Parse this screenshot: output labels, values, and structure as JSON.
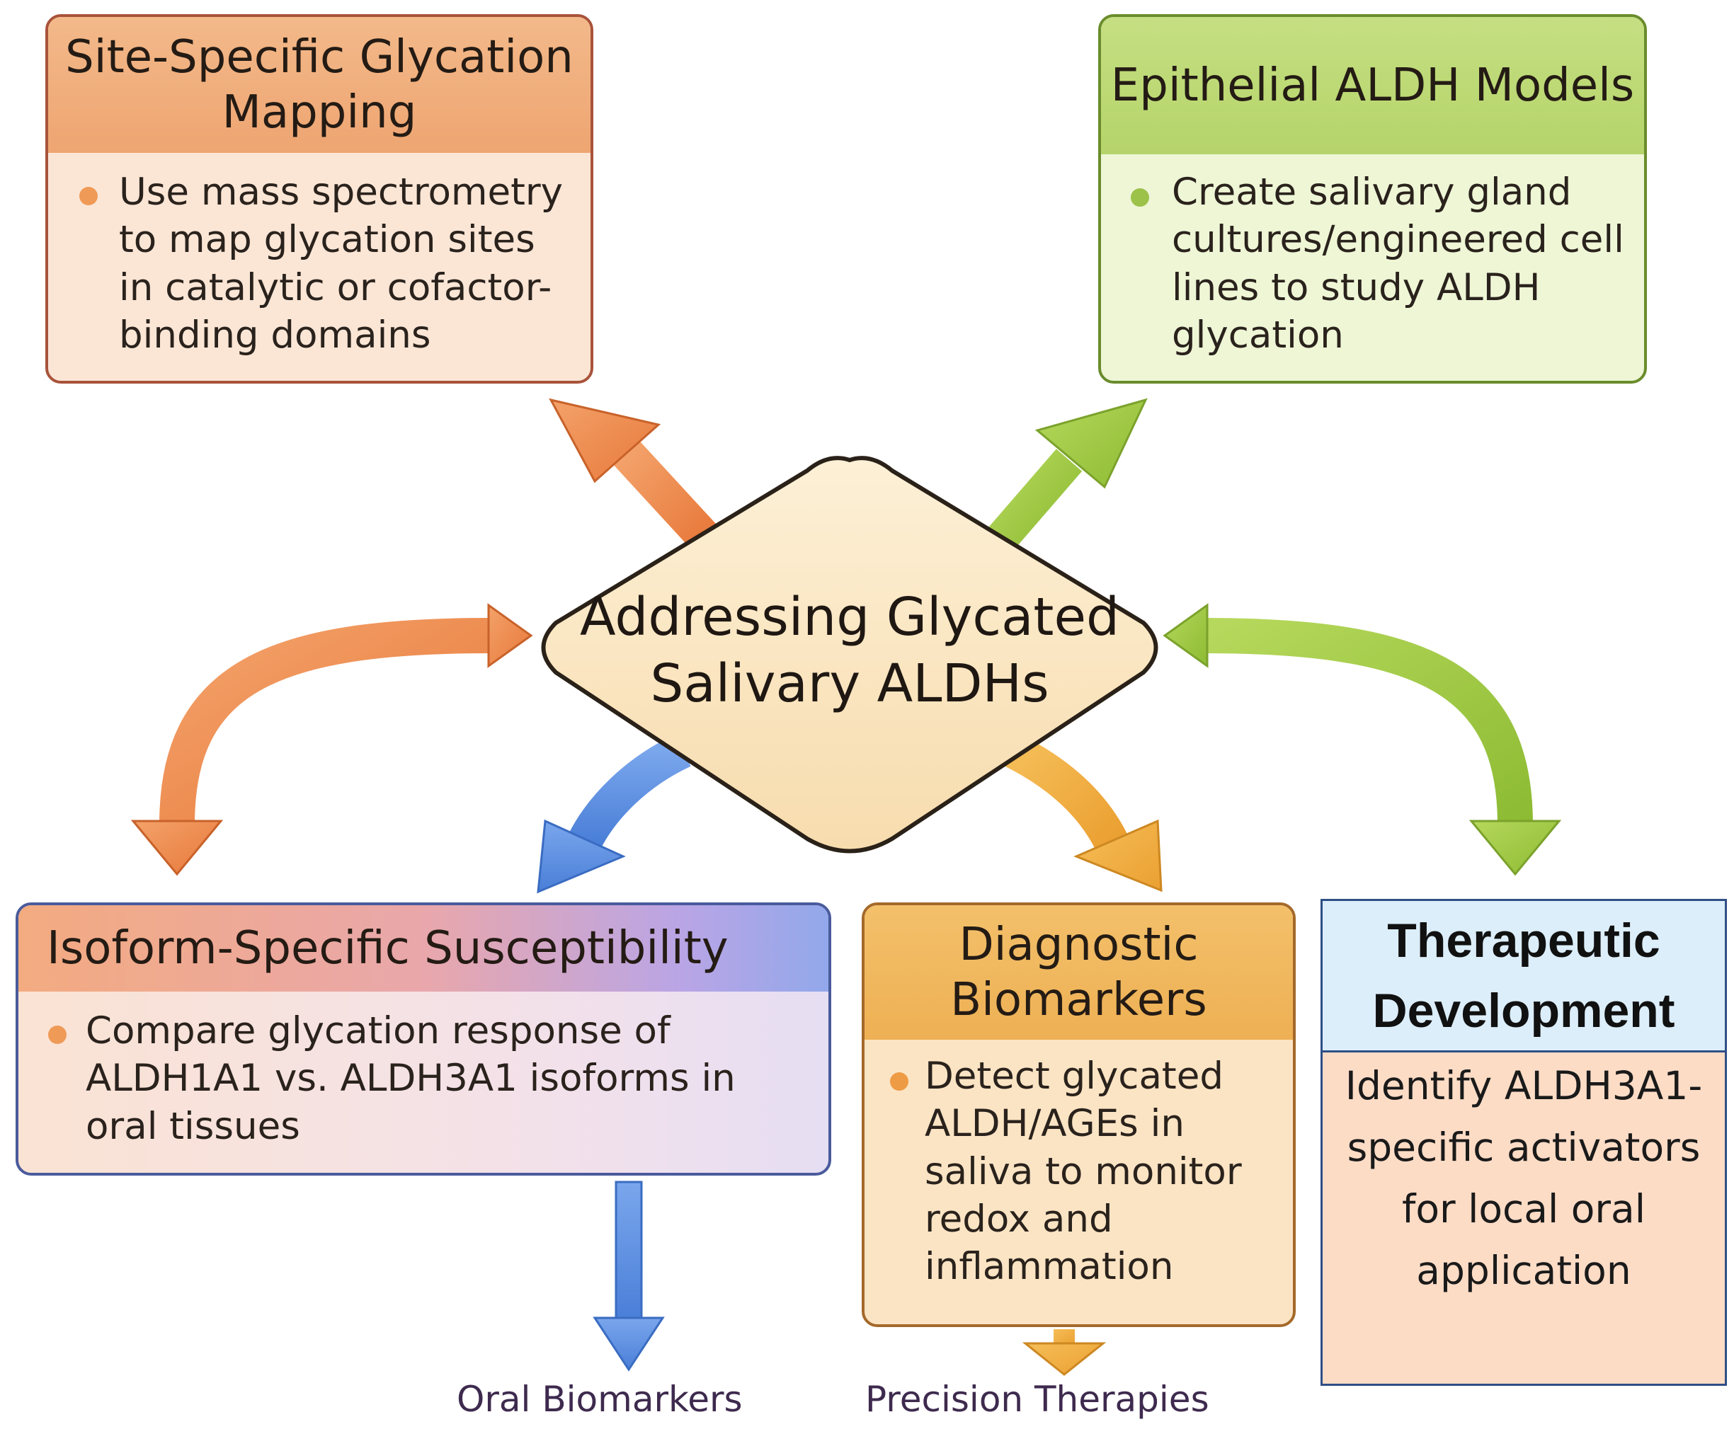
{
  "center": {
    "title": "Addressing Glycated Salivary ALDHs"
  },
  "boxes": {
    "site_specific": {
      "title": "Site-Specific Glycation Mapping",
      "bullet": "Use mass spectrometry to map glycation sites in catalytic or cofactor-binding domains"
    },
    "epithelial": {
      "title": "Epithelial ALDH Models",
      "bullet": "Create salivary gland cultures/engineered cell lines to study ALDH glycation"
    },
    "isoform": {
      "title": "Isoform-Specific Susceptibility",
      "bullet": "Compare glycation response of ALDH1A1 vs. ALDH3A1 isoforms in oral tissues"
    },
    "diagnostic": {
      "title": "Diagnostic Biomarkers",
      "bullet": "Detect glycated ALDH/AGEs in saliva to monitor redox and inflammation"
    },
    "therapeutic": {
      "title": "Therapeutic Development",
      "body": "Identify ALDH3A1-specific activators for local oral application"
    }
  },
  "outcomes": {
    "oral_biomarkers": "Oral Biomarkers",
    "precision_therapies": "Precision Therapies"
  },
  "colors": {
    "orange_arrow": "#ee8a4a",
    "green_arrow": "#9cc63e",
    "blue_arrow": "#5b8de0",
    "amber_arrow": "#eeaa3c",
    "diamond_fill": "#fbe7c2",
    "diamond_stroke": "#2a2118"
  }
}
